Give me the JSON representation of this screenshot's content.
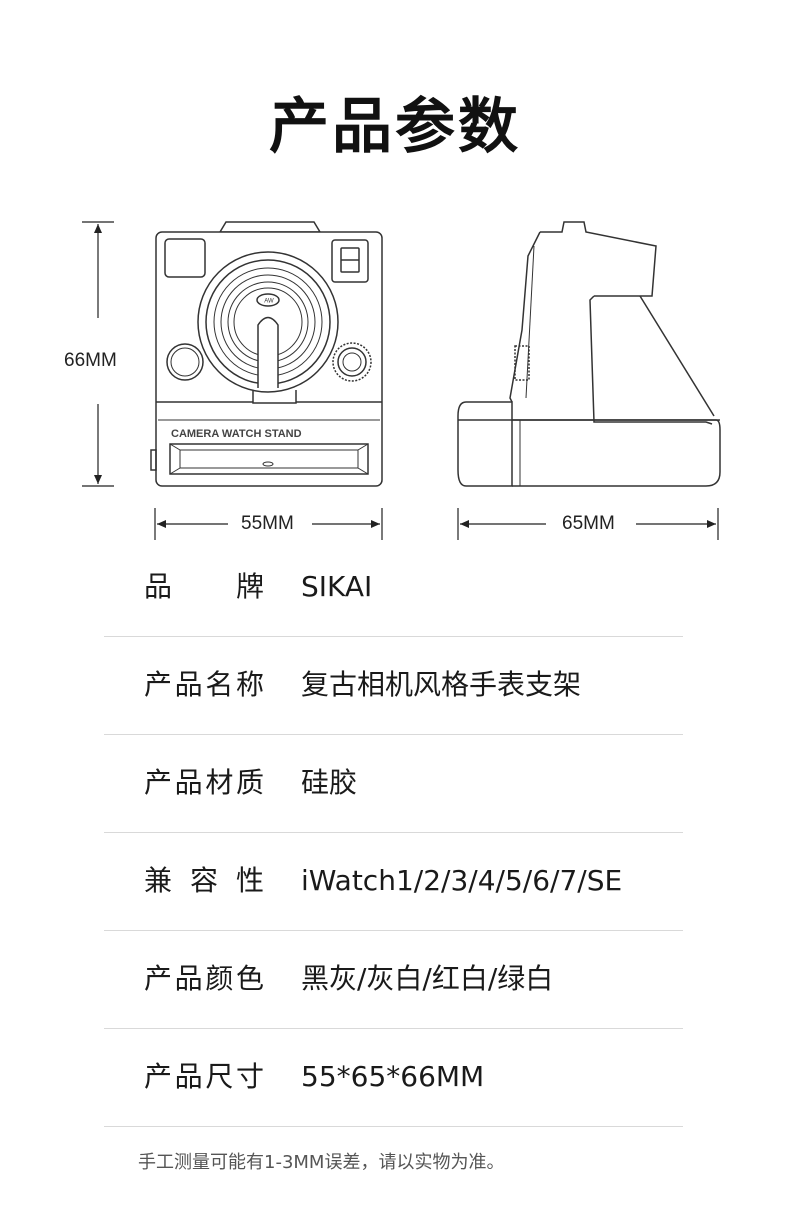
{
  "page": {
    "title": "产品参数"
  },
  "dimensions": {
    "height_label": "66MM",
    "front_width_label": "55MM",
    "side_depth_label": "65MM",
    "stand_engraving": "CAMERA WATCH STAND",
    "badge_text": "AW"
  },
  "specs": [
    {
      "label": "品牌",
      "value": "SIKAI"
    },
    {
      "label": "产品名称",
      "value": "复古相机风格手表支架"
    },
    {
      "label": "产品材质",
      "value": "硅胶"
    },
    {
      "label": "兼容性",
      "value": "iWatch1/2/3/4/5/6/7/SE"
    },
    {
      "label": "产品颜色",
      "value": "黑灰/灰白/红白/绿白"
    },
    {
      "label": "产品尺寸",
      "value": "55*65*66MM"
    }
  ],
  "note": "手工测量可能有1-3MM误差，请以实物为准。"
}
